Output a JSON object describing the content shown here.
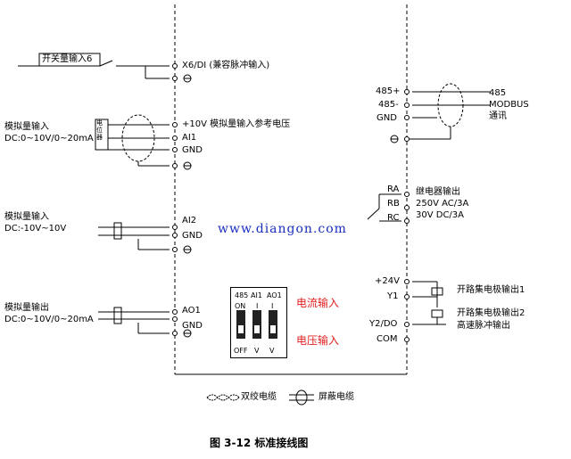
{
  "title": "图 3-12  标准接线图",
  "watermark": "www.diangon.com",
  "left_terminals": {
    "switch_input_box": "开关量输入6",
    "x6": "X6/DI (兼容脉冲输入)",
    "ref10v": "+10V  模拟量输入参考电压",
    "ai1": "AI1",
    "gnd1": "GND",
    "ai2": "AI2",
    "gnd2": "GND",
    "ao1": "AO1",
    "gnd3": "GND"
  },
  "left_labels": {
    "analog_in1_line1": "模拟量输入",
    "analog_in1_line2": "DC:0~10V/0~20mA",
    "potentiometer": "电位器",
    "analog_in2_line1": "模拟量输入",
    "analog_in2_line2": "DC:-10V~10V",
    "analog_out_line1": "模拟量输出",
    "analog_out_line2": "DC:0~10V/0~20mA"
  },
  "right_terminals": {
    "p485": "485+",
    "n485": "485-",
    "gnd": "GND",
    "ra": "RA",
    "rb": "RB",
    "rc": "RC",
    "p24v": "+24V",
    "y1": "Y1",
    "y2do": "Y2/DO",
    "com": "COM"
  },
  "right_labels": {
    "modbus_line1": "485",
    "modbus_line2": "MODBUS",
    "modbus_line3": "通讯",
    "relay_line1": "继电器输出",
    "relay_line2": "250V AC/3A",
    "relay_line3": "30V  DC/3A",
    "oc1": "开路集电极输出1",
    "oc2_line1": "开路集电极输出2",
    "oc2_line2": "高速脉冲输出"
  },
  "dip_switch": {
    "headers": [
      "485",
      "AI1",
      "AO1"
    ],
    "on_label": "ON",
    "off_label": "OFF",
    "on_marks": [
      "I",
      "I"
    ],
    "off_marks": [
      "V",
      "V"
    ],
    "current_input": "电流输入",
    "voltage_input": "电压输入"
  },
  "legend": {
    "twisted": "双绞电缆",
    "shielded": "屏蔽电缆"
  },
  "colors": {
    "line": "#000000",
    "annotation_red": "#e02020",
    "watermark": "#1a2fc0"
  }
}
